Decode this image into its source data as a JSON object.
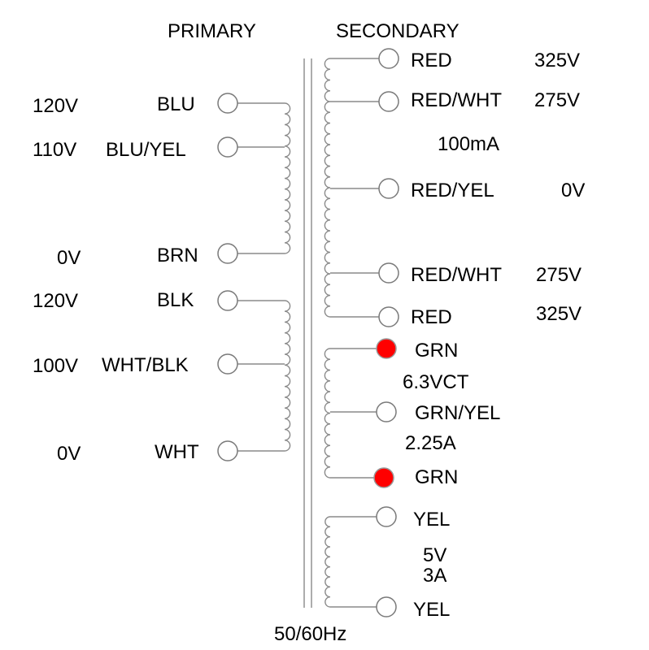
{
  "headers": {
    "primary": "PRIMARY",
    "secondary": "SECONDARY"
  },
  "frequency": "50/60Hz",
  "colors": {
    "wire": "#8a8a8a",
    "filament_dot": "#ff0000",
    "text": "#000000"
  },
  "primary": {
    "winding1": [
      {
        "voltage": "120V",
        "color": "BLU"
      },
      {
        "voltage": "110V",
        "color": "BLU/YEL"
      },
      {
        "voltage": "0V",
        "color": "BRN"
      }
    ],
    "winding2": [
      {
        "voltage": "120V",
        "color": "BLK"
      },
      {
        "voltage": "100V",
        "color": "WHT/BLK"
      },
      {
        "voltage": "0V",
        "color": "WHT"
      }
    ]
  },
  "secondary": {
    "high_voltage": {
      "leads": [
        {
          "color": "RED",
          "voltage": "325V"
        },
        {
          "color": "RED/WHT",
          "voltage": "275V"
        },
        {
          "color": "RED/YEL",
          "voltage": "0V"
        },
        {
          "color": "RED/WHT",
          "voltage": "275V"
        },
        {
          "color": "RED",
          "voltage": "325V"
        }
      ],
      "current": "100mA"
    },
    "heater_6v3": {
      "leads": [
        {
          "color": "GRN",
          "marked": true
        },
        {
          "color": "GRN/YEL",
          "marked": false
        },
        {
          "color": "GRN",
          "marked": true
        }
      ],
      "voltage": "6.3VCT",
      "current": "2.25A"
    },
    "heater_5v": {
      "leads": [
        {
          "color": "YEL"
        },
        {
          "color": "YEL"
        }
      ],
      "voltage": "5V",
      "current": "3A"
    }
  }
}
